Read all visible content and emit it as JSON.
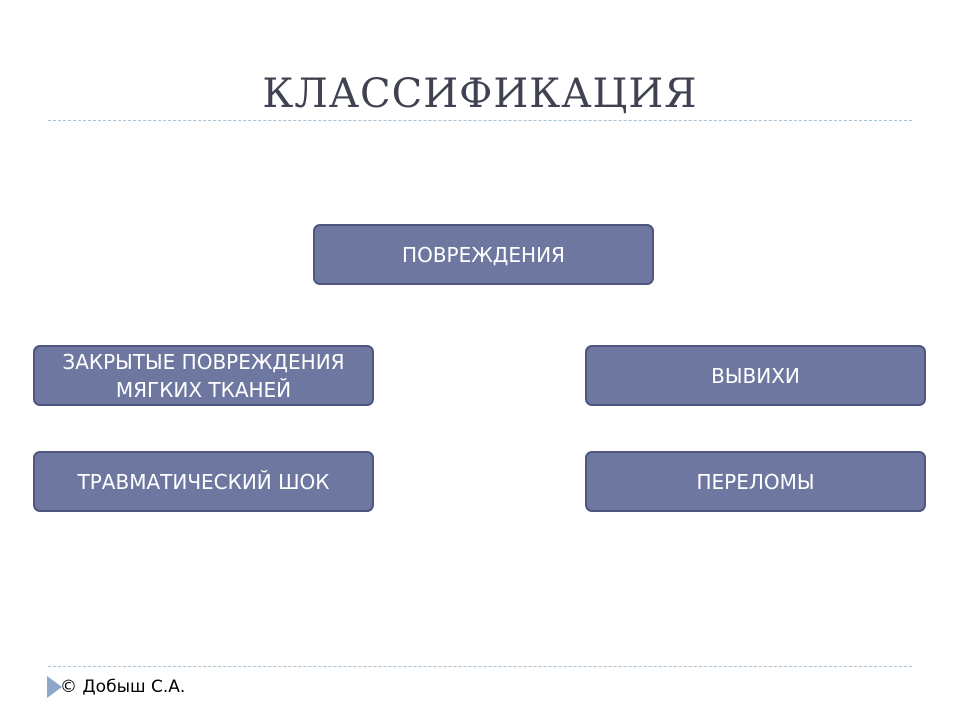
{
  "slide": {
    "title": "КЛАССИФИКАЦИЯ"
  },
  "diagram": {
    "root": "ПОВРЕЖДЕНИЯ",
    "children": [
      "ЗАКРЫТЫЕ ПОВРЕЖДЕНИЯ МЯГКИХ ТКАНЕЙ",
      "ВЫВИХИ",
      "ТРАВМАТИЧЕСКИЙ ШОК",
      "ПЕРЕЛОМЫ"
    ]
  },
  "footer": {
    "credit": "© Добыш С.А."
  },
  "colors": {
    "box_fill": "#6e77a0",
    "box_border": "#4d5580",
    "box_text": "#ffffff",
    "title_text": "#3f4250",
    "divider": "#a9c1d3",
    "footer_arrow": "#8ea6c8"
  },
  "icons": {
    "footer_bullet": "triangle-bullet-icon"
  }
}
